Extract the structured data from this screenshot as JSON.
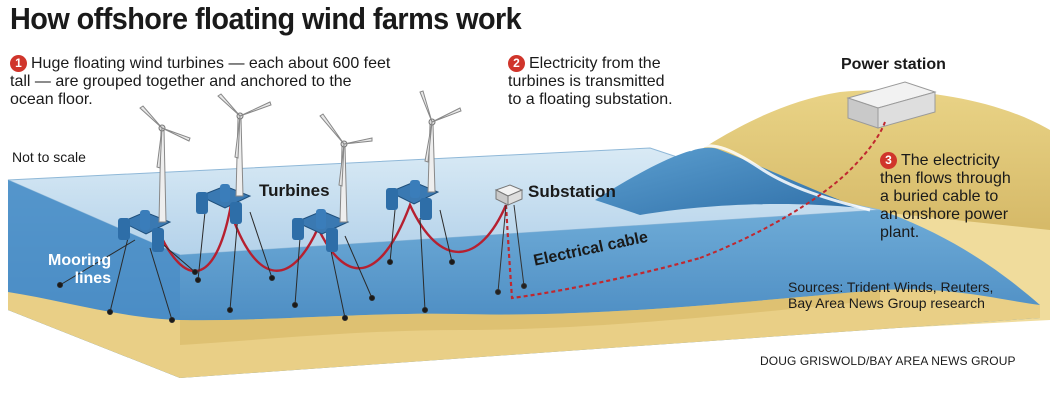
{
  "title": "How offshore floating wind farms work",
  "steps": [
    {
      "number": "1",
      "text": "Huge floating wind turbines — each about 600 feet\ntall — are grouped together and anchored to the\nocean floor."
    },
    {
      "number": "2",
      "text": "Electricity from the\nturbines is transmitted\nto a floating substation."
    },
    {
      "number": "3",
      "text": "The electricity\nthen flows through\na buried cable to\nan onshore power\nplant."
    }
  ],
  "labels": {
    "not_to_scale": "Not to scale",
    "power_station": "Power station",
    "turbines": "Turbines",
    "substation": "Substation",
    "mooring_lines": "Mooring\nlines",
    "electrical_cable": "Electrical cable"
  },
  "sources": "Sources: Trident Winds, Reuters,\nBay Area News Group research",
  "credit": "DOUG GRISWOLD/BAY AREA NEWS GROUP",
  "colors": {
    "step_badge": "#d0352b",
    "cable": "#c0282f",
    "ocean_surface": "#cfe4f2",
    "ocean_front": "#5a9ccd",
    "deep_water": "#3f83be",
    "sand": "#ecd592",
    "hill": "#d7bd6b",
    "platform": "#2e6ea8"
  }
}
